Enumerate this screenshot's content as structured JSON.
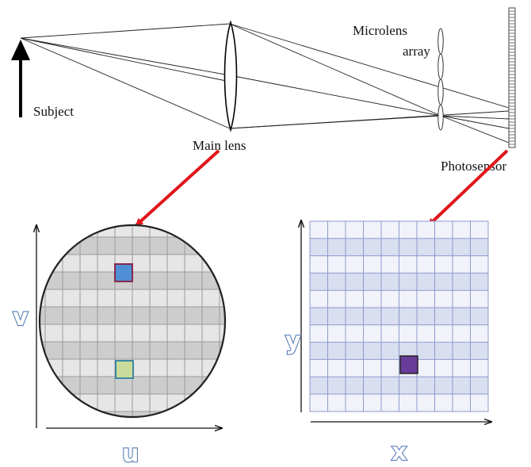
{
  "labels": {
    "subject": "Subject",
    "main_lens": "Main lens",
    "microlens_line1": "Microlens",
    "microlens_line2": "array",
    "photosensor": "Photosensor"
  },
  "axes": {
    "u": "u",
    "v": "v",
    "x": "x",
    "y": "y"
  },
  "colors": {
    "arrow_red": "#e0161b",
    "lens_cell_blue": "#4f8fd6",
    "lens_cell_green": "#c9dc9c",
    "sensor_cell_purple": "#6a3c9a",
    "sensor_grid": "#8e9bcc"
  }
}
